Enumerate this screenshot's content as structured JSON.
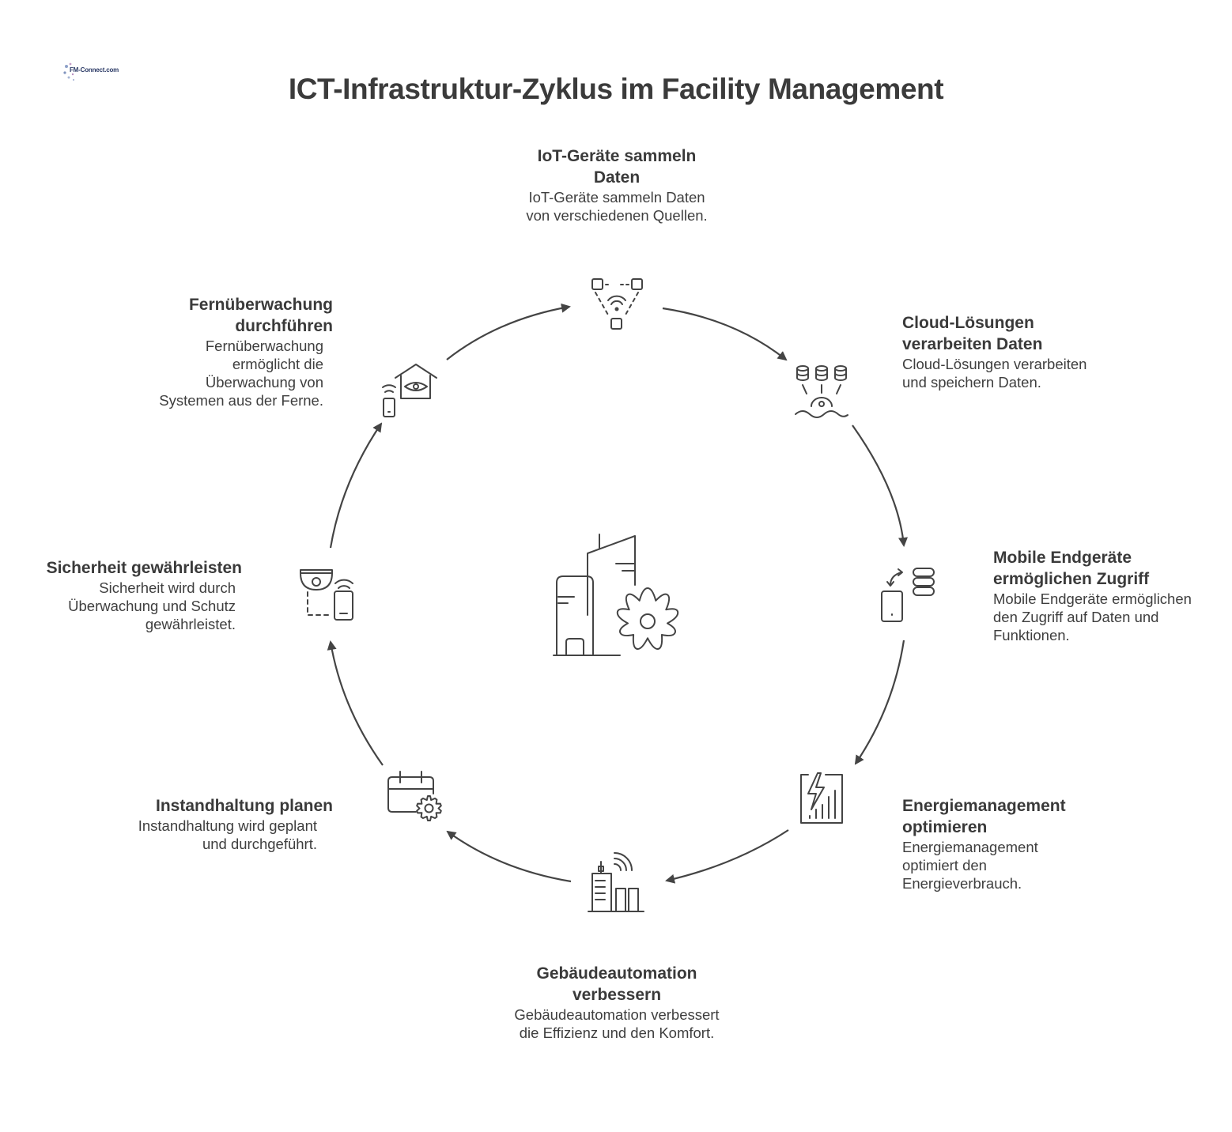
{
  "logo": {
    "text": "FM-Connect.com"
  },
  "title": "ICT-Infrastruktur-Zyklus im Facility Management",
  "center": {
    "icon": "buildings-gear-icon"
  },
  "steps": [
    {
      "id": "iot",
      "icon": "iot-sensor-network-icon",
      "title": "IoT-Geräte sammeln Daten",
      "description": "IoT-Geräte sammeln Daten von verschiedenen Quellen."
    },
    {
      "id": "cloud",
      "icon": "cloud-database-icon",
      "title": "Cloud-Lösungen verarbeiten Daten",
      "description": "Cloud-Lösungen verarbeiten und speichern Daten."
    },
    {
      "id": "mobile",
      "icon": "mobile-server-sync-icon",
      "title": "Mobile Endgeräte ermöglichen Zugriff",
      "description": "Mobile Endgeräte ermöglichen den Zugriff auf Daten und Funktionen."
    },
    {
      "id": "energy",
      "icon": "energy-chart-icon",
      "title": "Energiemanagement optimieren",
      "description": "Energiemanagement optimiert den Energieverbrauch."
    },
    {
      "id": "automation",
      "icon": "smart-building-icon",
      "title": "Gebäudeautomation verbessern",
      "description": "Gebäudeautomation verbessert die Effizienz und den Komfort."
    },
    {
      "id": "maintenance",
      "icon": "calendar-gear-icon",
      "title": "Instandhaltung planen",
      "description": "Instandhaltung wird geplant und durchgeführt."
    },
    {
      "id": "security",
      "icon": "security-camera-phone-icon",
      "title": "Sicherheit gewährleisten",
      "description": "Sicherheit wird durch Überwachung und Schutz gewährleistet."
    },
    {
      "id": "remote",
      "icon": "remote-monitoring-home-icon",
      "title": "Fernüberwachung durchführen",
      "description": "Fernüberwachung ermöglicht die Überwachung von Systemen aus der Ferne."
    }
  ]
}
